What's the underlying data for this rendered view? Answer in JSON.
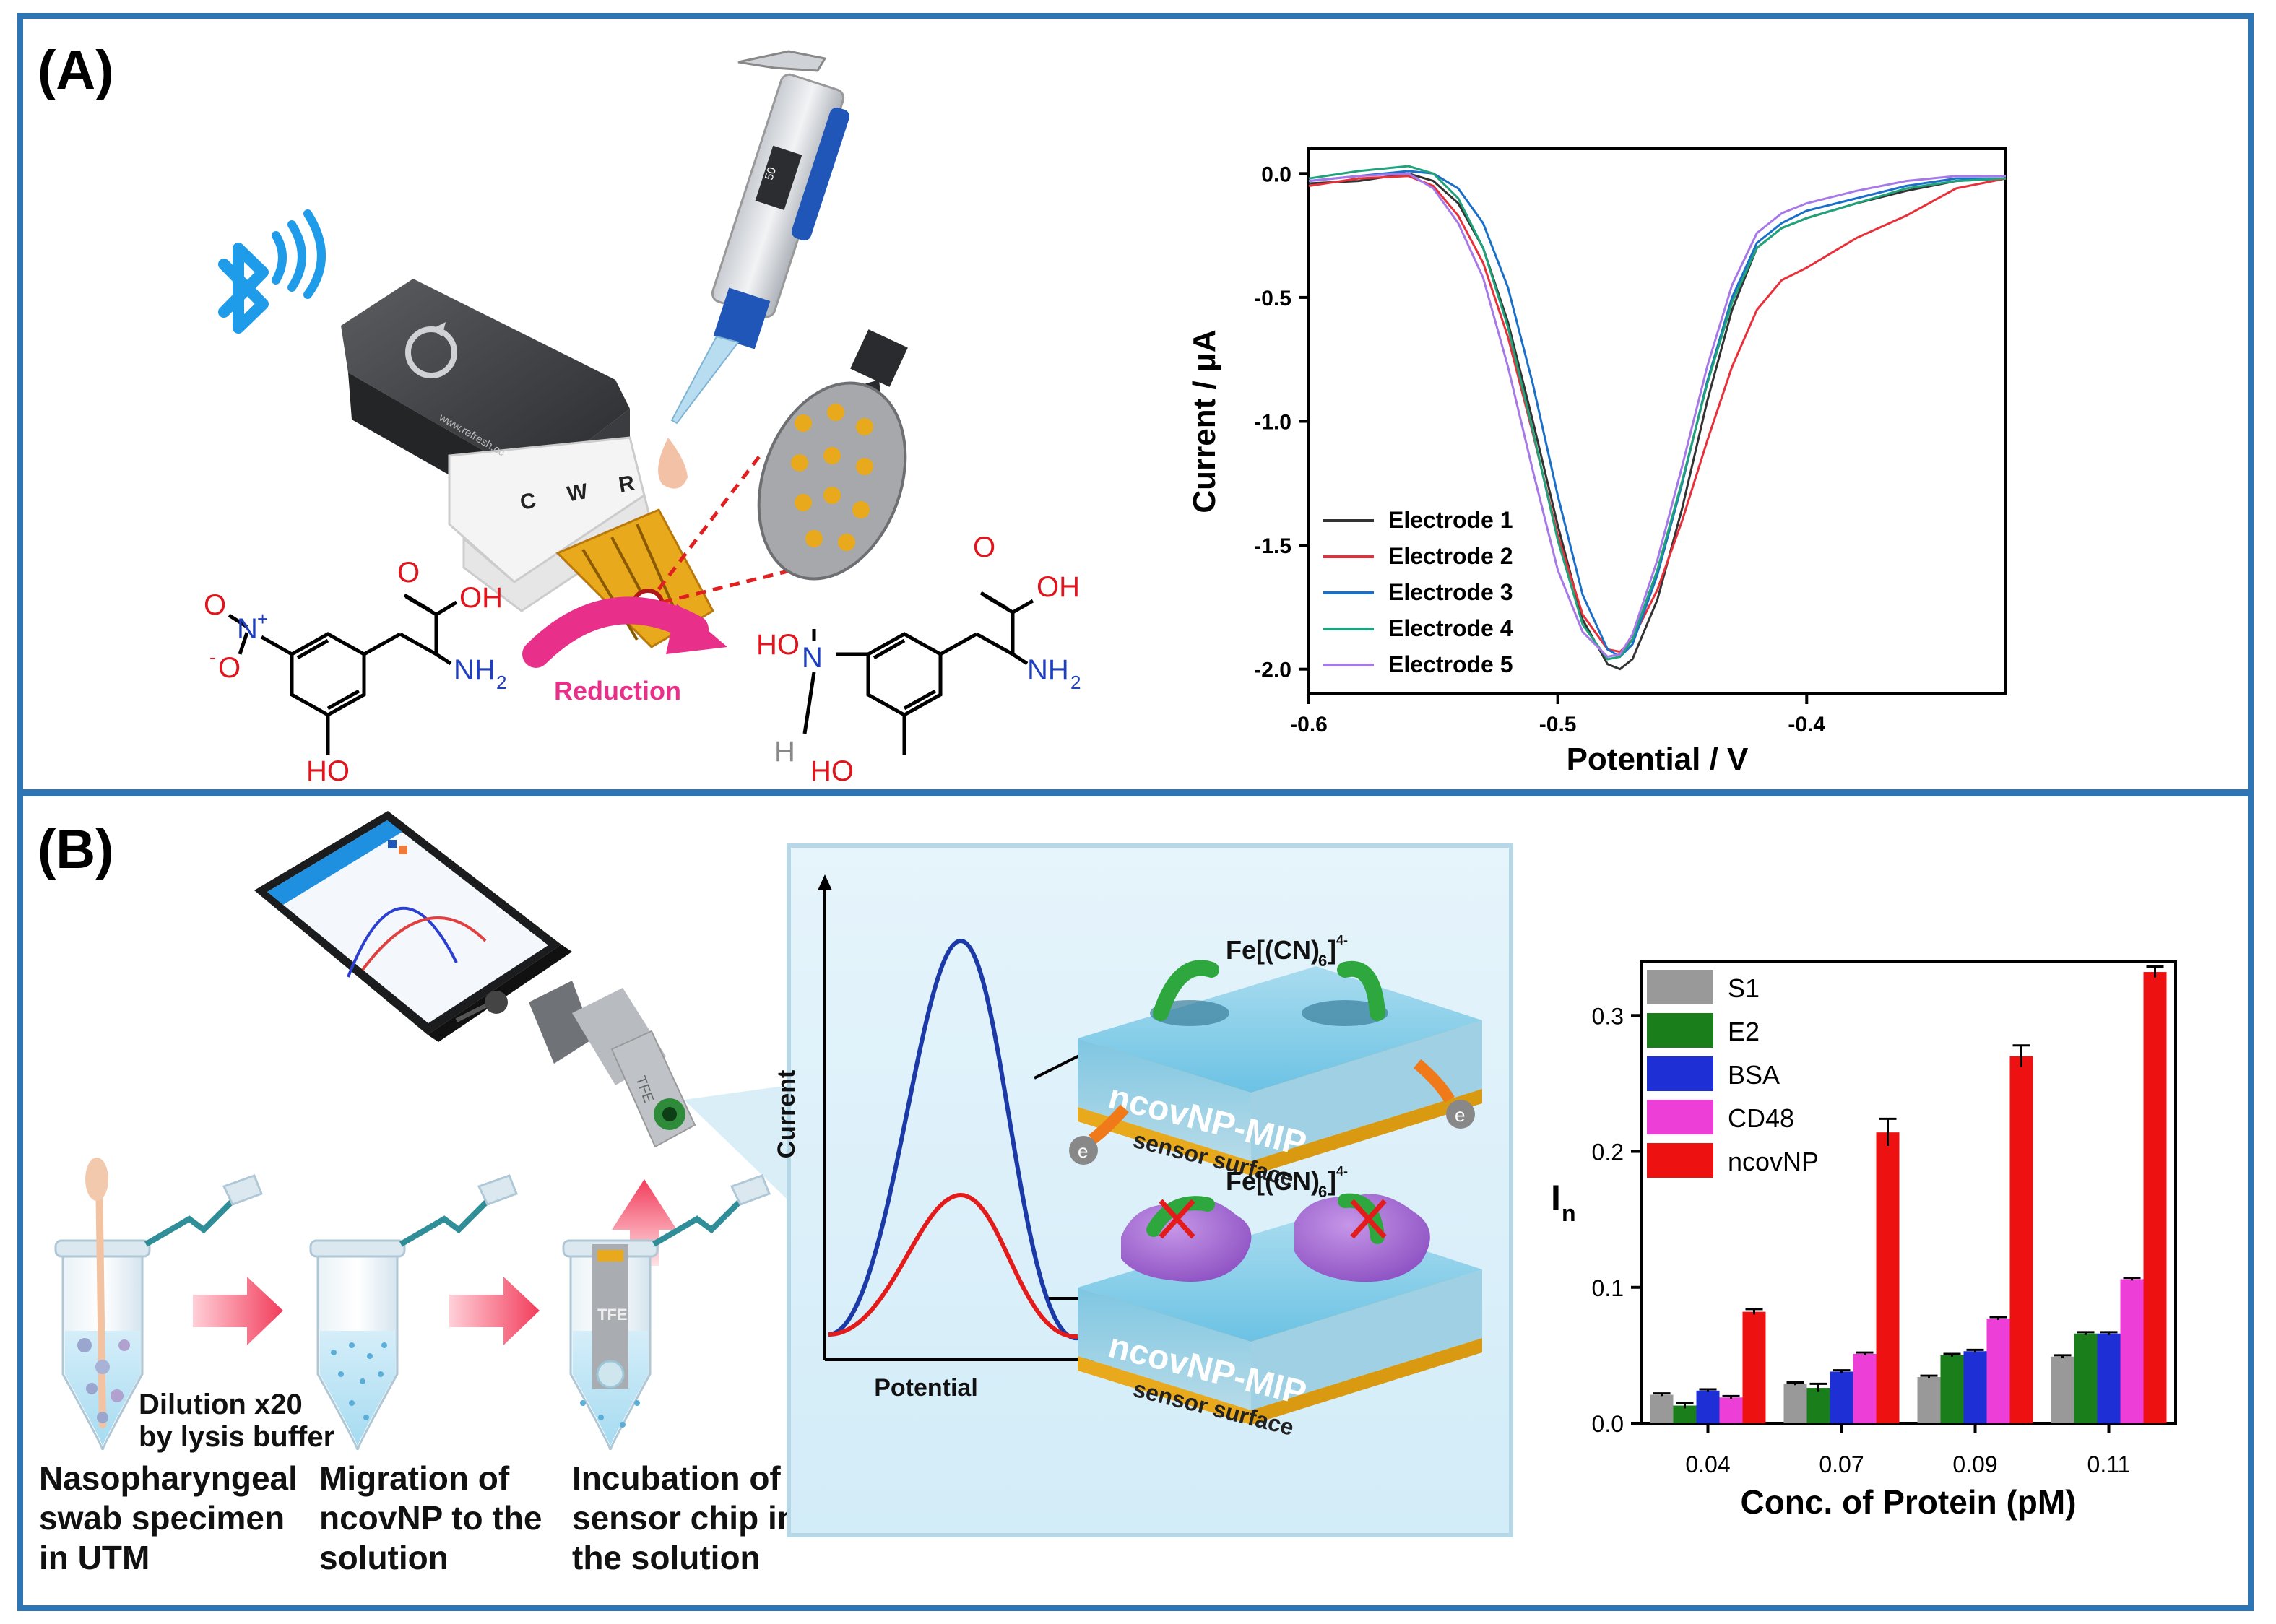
{
  "panel_a": {
    "label": "(A)",
    "reader_brand": "www.refresh.cc",
    "reader_terminals": "C W R",
    "pipette_volume": "50",
    "reaction_label": "Reduction",
    "reactant": {
      "oh": "OH",
      "o": "O",
      "nh2": "NH",
      "nh2_sub": "2",
      "no2_o": "O",
      "no2_n": "N",
      "no2_plus": "+",
      "no2_minus": "-",
      "ho": "HO"
    },
    "product": {
      "oh": "OH",
      "o": "O",
      "nh2": "NH",
      "nh2_sub": "2",
      "hydroxylamine_ho": "HO",
      "hydroxylamine_n": "N",
      "hydroxylamine_h": "H",
      "ho": "HO"
    },
    "colors": {
      "bluetooth": "#1e9be9",
      "reduction_arrow": "#e8308a",
      "red_text": "#e0141c",
      "blue_text": "#1f3fbf",
      "sensor_strip": "#e8a91c"
    }
  },
  "panel_b": {
    "label": "(B)",
    "steps": [
      {
        "line1": "Nasopharyngeal",
        "line2": "swab specimen",
        "line3": "in UTM"
      },
      {
        "line1": "Migration of",
        "line2": "ncovNP to the",
        "line3": "solution"
      },
      {
        "line1": "Incubation of",
        "line2": "sensor chip in",
        "line3": "the solution"
      }
    ],
    "dilution_line1": "Dilution x20",
    "dilution_line2": "by lysis buffer",
    "chip_label": "TFE",
    "tube_chip_label": "TFE",
    "inset": {
      "ylabel": "Current",
      "xlabel": "Potential",
      "ion_top": "Fe[(CN)",
      "ion_sub": "6",
      "ion_sup": "]",
      "ion_charge": "4-",
      "mip_label": "ncovNP-MIP",
      "surface_label": "sensor surface",
      "electron": "e"
    }
  },
  "chart_data": [
    {
      "type": "line",
      "xlabel": "Potential / V",
      "ylabel": "Current / μA",
      "xlim": [
        -0.6,
        -0.32
      ],
      "ylim": [
        -2.1,
        0.1
      ],
      "xticks": [
        "-0.6",
        "-0.5",
        "-0.4"
      ],
      "yticks": [
        "0.0",
        "-0.5",
        "-1.0",
        "-1.5",
        "-2.0"
      ],
      "legend_position": "bottom-left",
      "series": [
        {
          "name": "Electrode 1",
          "color": "#333333",
          "x": [
            -0.6,
            -0.58,
            -0.56,
            -0.55,
            -0.54,
            -0.53,
            -0.52,
            -0.51,
            -0.5,
            -0.49,
            -0.48,
            -0.475,
            -0.47,
            -0.46,
            -0.45,
            -0.44,
            -0.43,
            -0.42,
            -0.41,
            -0.4,
            -0.38,
            -0.36,
            -0.34,
            -0.32
          ],
          "y": [
            -0.04,
            -0.03,
            0.0,
            -0.03,
            -0.12,
            -0.3,
            -0.6,
            -1.0,
            -1.42,
            -1.8,
            -1.98,
            -2.0,
            -1.96,
            -1.72,
            -1.35,
            -0.92,
            -0.55,
            -0.3,
            -0.22,
            -0.18,
            -0.12,
            -0.07,
            -0.03,
            -0.02
          ]
        },
        {
          "name": "Electrode 2",
          "color": "#e8303a",
          "x": [
            -0.6,
            -0.58,
            -0.56,
            -0.55,
            -0.54,
            -0.53,
            -0.52,
            -0.51,
            -0.5,
            -0.49,
            -0.48,
            -0.475,
            -0.47,
            -0.46,
            -0.45,
            -0.44,
            -0.43,
            -0.42,
            -0.41,
            -0.4,
            -0.38,
            -0.36,
            -0.34,
            -0.32
          ],
          "y": [
            -0.05,
            -0.02,
            -0.01,
            -0.05,
            -0.17,
            -0.36,
            -0.66,
            -1.05,
            -1.46,
            -1.78,
            -1.92,
            -1.93,
            -1.88,
            -1.68,
            -1.4,
            -1.08,
            -0.78,
            -0.55,
            -0.43,
            -0.38,
            -0.26,
            -0.17,
            -0.06,
            -0.02
          ]
        },
        {
          "name": "Electrode 3",
          "color": "#1a6fc9",
          "x": [
            -0.6,
            -0.58,
            -0.56,
            -0.55,
            -0.54,
            -0.53,
            -0.52,
            -0.51,
            -0.5,
            -0.49,
            -0.48,
            -0.475,
            -0.47,
            -0.46,
            -0.45,
            -0.44,
            -0.43,
            -0.42,
            -0.41,
            -0.4,
            -0.38,
            -0.36,
            -0.34,
            -0.32
          ],
          "y": [
            -0.03,
            -0.01,
            0.01,
            0.0,
            -0.06,
            -0.2,
            -0.46,
            -0.85,
            -1.3,
            -1.7,
            -1.92,
            -1.95,
            -1.9,
            -1.62,
            -1.25,
            -0.84,
            -0.5,
            -0.28,
            -0.2,
            -0.15,
            -0.1,
            -0.05,
            -0.02,
            -0.02
          ]
        },
        {
          "name": "Electrode 4",
          "color": "#1fa37a",
          "x": [
            -0.6,
            -0.58,
            -0.56,
            -0.55,
            -0.54,
            -0.53,
            -0.52,
            -0.51,
            -0.5,
            -0.49,
            -0.48,
            -0.475,
            -0.47,
            -0.46,
            -0.45,
            -0.44,
            -0.43,
            -0.42,
            -0.41,
            -0.4,
            -0.38,
            -0.36,
            -0.34,
            -0.32
          ],
          "y": [
            -0.02,
            0.01,
            0.03,
            0.0,
            -0.1,
            -0.3,
            -0.62,
            -1.04,
            -1.48,
            -1.82,
            -1.96,
            -1.95,
            -1.88,
            -1.6,
            -1.24,
            -0.85,
            -0.52,
            -0.3,
            -0.22,
            -0.18,
            -0.12,
            -0.06,
            -0.03,
            -0.02
          ]
        },
        {
          "name": "Electrode 5",
          "color": "#a678e8",
          "x": [
            -0.6,
            -0.58,
            -0.56,
            -0.55,
            -0.54,
            -0.53,
            -0.52,
            -0.51,
            -0.5,
            -0.49,
            -0.48,
            -0.475,
            -0.47,
            -0.46,
            -0.45,
            -0.44,
            -0.43,
            -0.42,
            -0.41,
            -0.4,
            -0.38,
            -0.36,
            -0.34,
            -0.32
          ],
          "y": [
            -0.03,
            -0.01,
            0.0,
            -0.06,
            -0.2,
            -0.42,
            -0.78,
            -1.2,
            -1.6,
            -1.85,
            -1.95,
            -1.94,
            -1.86,
            -1.56,
            -1.18,
            -0.78,
            -0.45,
            -0.24,
            -0.16,
            -0.12,
            -0.07,
            -0.03,
            -0.01,
            -0.01
          ]
        }
      ]
    },
    {
      "type": "bar",
      "xlabel": "Conc. of Protein (pM)",
      "ylabel": "I",
      "ylabel_sub": "n",
      "categories": [
        "0.04",
        "0.07",
        "0.09",
        "0.11"
      ],
      "ylim": [
        0,
        0.34
      ],
      "yticks": [
        "0.0",
        "0.1",
        "0.2",
        "0.3"
      ],
      "legend_position": "top-left",
      "series": [
        {
          "name": "S1",
          "color": "#999999",
          "values": [
            0.021,
            0.029,
            0.034,
            0.049
          ],
          "errors": [
            0.001,
            0.001,
            0.001,
            0.001
          ]
        },
        {
          "name": "E2",
          "color": "#1a7f1a",
          "values": [
            0.013,
            0.026,
            0.05,
            0.066
          ],
          "errors": [
            0.002,
            0.003,
            0.001,
            0.001
          ]
        },
        {
          "name": "BSA",
          "color": "#1f2fd6",
          "values": [
            0.024,
            0.038,
            0.053,
            0.066
          ],
          "errors": [
            0.001,
            0.001,
            0.001,
            0.001
          ]
        },
        {
          "name": "CD48",
          "color": "#ee3ed8",
          "values": [
            0.019,
            0.051,
            0.077,
            0.106
          ],
          "errors": [
            0.001,
            0.001,
            0.001,
            0.001
          ]
        },
        {
          "name": "ncovNP",
          "color": "#ee1111",
          "values": [
            0.082,
            0.214,
            0.27,
            0.332
          ],
          "errors": [
            0.002,
            0.01,
            0.008,
            0.004
          ]
        }
      ]
    }
  ]
}
